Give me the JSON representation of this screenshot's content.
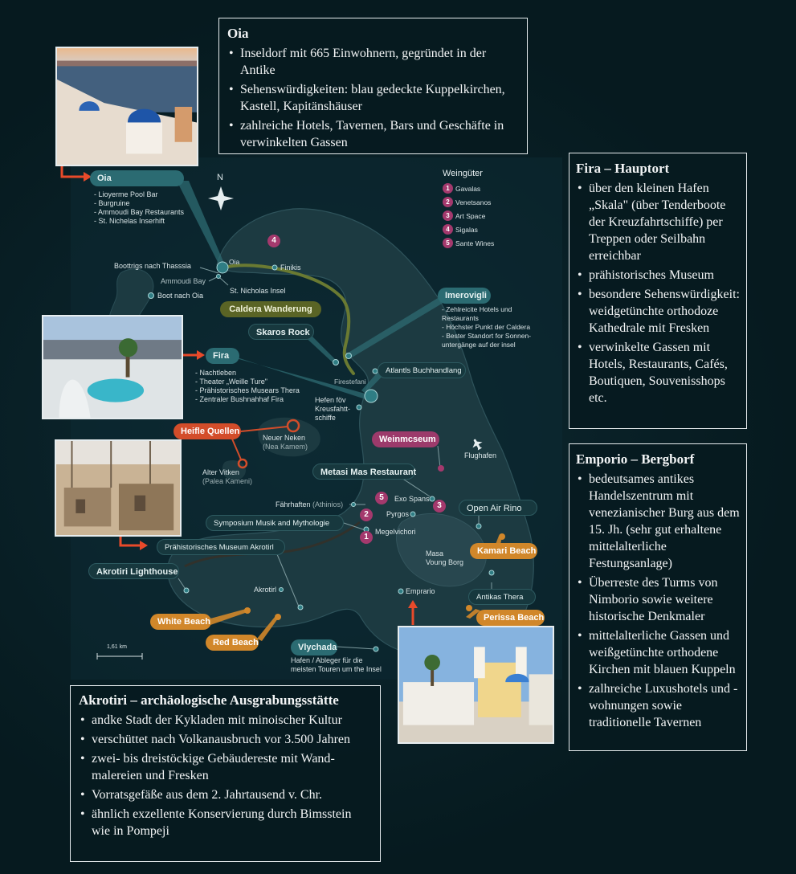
{
  "colors": {
    "background": "#061a1f",
    "land": "#1c3a41",
    "caldera_trail": "#6a7a32",
    "teal_label": "#2b6b72",
    "orange_label": "#d1872a",
    "red_label": "#d34d2a",
    "winery_marker": "#a4396d",
    "arrow": "#e84a2a"
  },
  "boxes": {
    "oia": {
      "title": "Oia",
      "items": [
        "Inseldorf mit 665 Einwohnern, gegründet in der Antike",
        "Sehenswürdigkeiten: blau gedeckte Kuppel­kirchen, Kastell, Kapitänshäuser",
        "zahlreiche Hotels, Tavernen, Bars und Geschäfte in verwinkelten Gassen"
      ]
    },
    "fira": {
      "title": "Fira – Hauptort",
      "items": [
        "über den kleinen Hafen „Skala\" (über Tenderboote der Kreuzfahrtschiffe) per Treppen oder Seilbahn erreichbar",
        "prähistorisches Museum",
        "besondere Sehenswürdig­keit: weidgetünchte orthodoze Kathedrale mit Fresken",
        "verwinkelte Gassen mit Hotels, Restaurants, Cafés, Boutiquen, Souvenisshops etc."
      ]
    },
    "emporio": {
      "title": "Emporio – Bergborf",
      "items": [
        "bedeutsames antikes Handelszentrum mit venezianischer Burg aus dem 15. Jh. (sehr gut erhaltene mittelalterliche Festungsanlage)",
        "Überreste des Turms von Nimborio sowie weitere historische Denkmaler",
        "mittelalterliche Gassen und weißgetünchte ortho­dene Kirchen mit blauen Kuppeln",
        "zalhreiche Luxushotels und -wohnungen sowie traditionelle Tavernen"
      ]
    },
    "akrotiri": {
      "title": "Akrotiri – archäologische Ausgrabungsstätte",
      "items": [
        "andke Stadt der Kykladen mit minoischer Kultur",
        "verschüttet nach Volkanausbruch vor 3.500 Jahren",
        "zwei- bis dreistöckige Gebäudereste mit Wand­malereien und Fresken",
        "Vorratsgefäße aus dem 2. Jahrtausend v. Chr.",
        "ähnlich exzellente Konservierung durch Bims­stein wie in Pompeji"
      ]
    }
  },
  "map": {
    "compass": "N",
    "scale_label": "1,61 km",
    "legend": {
      "title": "Weingüter",
      "items": [
        {
          "n": "1",
          "label": "Gavalas"
        },
        {
          "n": "2",
          "label": "Venetsanos"
        },
        {
          "n": "3",
          "label": "Art Space"
        },
        {
          "n": "4",
          "label": "Sigalas"
        },
        {
          "n": "5",
          "label": "Sante Wines"
        }
      ]
    },
    "oia_label": "Oia",
    "oia_list": [
      "- Lioyerme Pool Bar",
      "- Burgruine",
      "- Ammoudi Bay Restaurants",
      "- St. Nichelas Inserhift"
    ],
    "oia_dot": "Oia",
    "boattrips": "Boottrigs nach Thasssia",
    "ammoudi": "Ammoudi Bay",
    "st_nicholas": "St. Nicholas Insel",
    "boot_oia": "Boot nach Oia",
    "finikis": "Finikis",
    "caldera": "Caldera Wanderung",
    "skaros": "Skaros Rock",
    "imerovigli": "Imerovigli",
    "imerovigli_list": [
      "- Zehlreicite Hotels und",
      "  Restaurants",
      "- Höchster Punkt der Caldera",
      "- Bester Standort for Sonnen-",
      "  untergänge auf der insel"
    ],
    "firestefani": "Firestefani",
    "atlantis": "Atlantls Buchhandlang",
    "fira_label": "Fira",
    "fira_list": [
      "- Nachtleben",
      "- Theater „Weille Ture\"",
      "- Prähistorisches Musears Thera",
      "- Zentraler Bushnahhaf Fira"
    ],
    "hafen": [
      "Hefen föv",
      "Kreusfahtt-",
      "schiffe"
    ],
    "heisse": "Heifle Quellen",
    "nea_kameni": [
      "Neuer Neken",
      "(Nea Kamem)"
    ],
    "palea_kameni": [
      "Alter Vitken",
      "(Palea Kameni)"
    ],
    "weinmuseum": "Weinmcseum",
    "flughafen": "Flughafen",
    "metaxi": "Metasi Mas Restaurant",
    "faehrhafen": "Fährhaften",
    "athinios": "(Athinios)",
    "exo": "Exo Spans",
    "pyrgos": "Pyrgos",
    "open_air": "Open Air Rino",
    "symposium": "Symposium Musik and Mythologie",
    "megalochori": "Megelvichori",
    "museum_akrotiri": "Prähistorisches Museum Akrotirl",
    "mesa_vouno": [
      "Masa",
      "Voung Borg"
    ],
    "kamari": "Kamari Beach",
    "akrotiri_lighthouse": "Akrotiri Lighthouse",
    "akrotiri": "Akrotirl",
    "emporio": "Emprario",
    "antikas": "Antikas Thera",
    "perissa": "Perissa Beach",
    "white_beach": "White Beach",
    "red_beach": "Red Beach",
    "vlychada": "Vlychada",
    "vlychada_sub": [
      "Hafen / Ableger für die",
      "meisten Touren um the Insel"
    ],
    "wine_markers": [
      "4",
      "5",
      "2",
      "1",
      "3"
    ]
  }
}
